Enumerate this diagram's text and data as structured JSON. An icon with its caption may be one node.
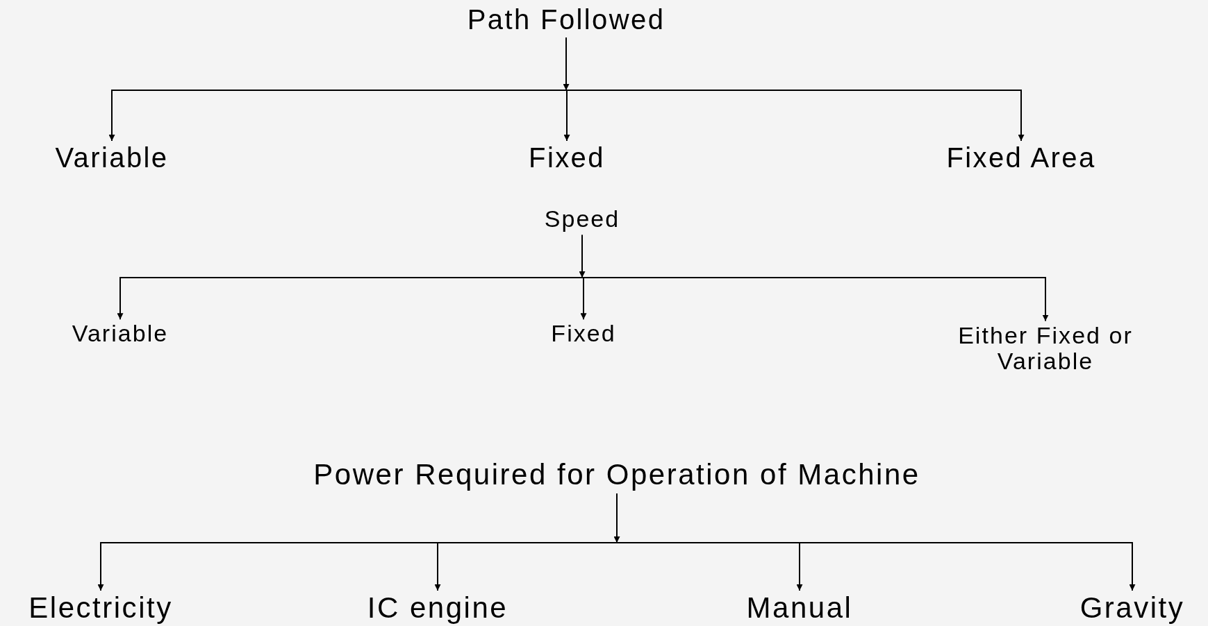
{
  "diagram": {
    "nodes": [
      {
        "text": [
          "Path Followed"
        ]
      },
      {
        "text": [
          "Variable"
        ]
      },
      {
        "text": [
          "Fixed"
        ]
      },
      {
        "text": [
          "Fixed Area"
        ]
      },
      {
        "text": [
          "Speed"
        ]
      },
      {
        "text": [
          "Variable"
        ]
      },
      {
        "text": [
          "Fixed"
        ]
      },
      {
        "text": [
          "Either Fixed or Variable"
        ]
      },
      {
        "text": [
          "Power Required for Operation of Machine"
        ]
      },
      {
        "text": [
          "Electricity"
        ]
      },
      {
        "text": [
          "IC engine"
        ]
      },
      {
        "text": [
          "Manual"
        ]
      },
      {
        "text": [
          "Gravity"
        ]
      }
    ],
    "edges": [
      {
        "from": 0,
        "to": 1,
        "arrow": "to"
      },
      {
        "from": 0,
        "to": 2,
        "arrow": "to"
      },
      {
        "from": 0,
        "to": 3,
        "arrow": "to"
      },
      {
        "from": 4,
        "to": 5,
        "arrow": "to"
      },
      {
        "from": 4,
        "to": 6,
        "arrow": "to"
      },
      {
        "from": 4,
        "to": 7,
        "arrow": "to"
      },
      {
        "from": 8,
        "to": 9,
        "arrow": "to"
      },
      {
        "from": 8,
        "to": 10,
        "arrow": "to"
      },
      {
        "from": 8,
        "to": 11,
        "arrow": "to"
      },
      {
        "from": 8,
        "to": 12,
        "arrow": "to"
      }
    ]
  }
}
